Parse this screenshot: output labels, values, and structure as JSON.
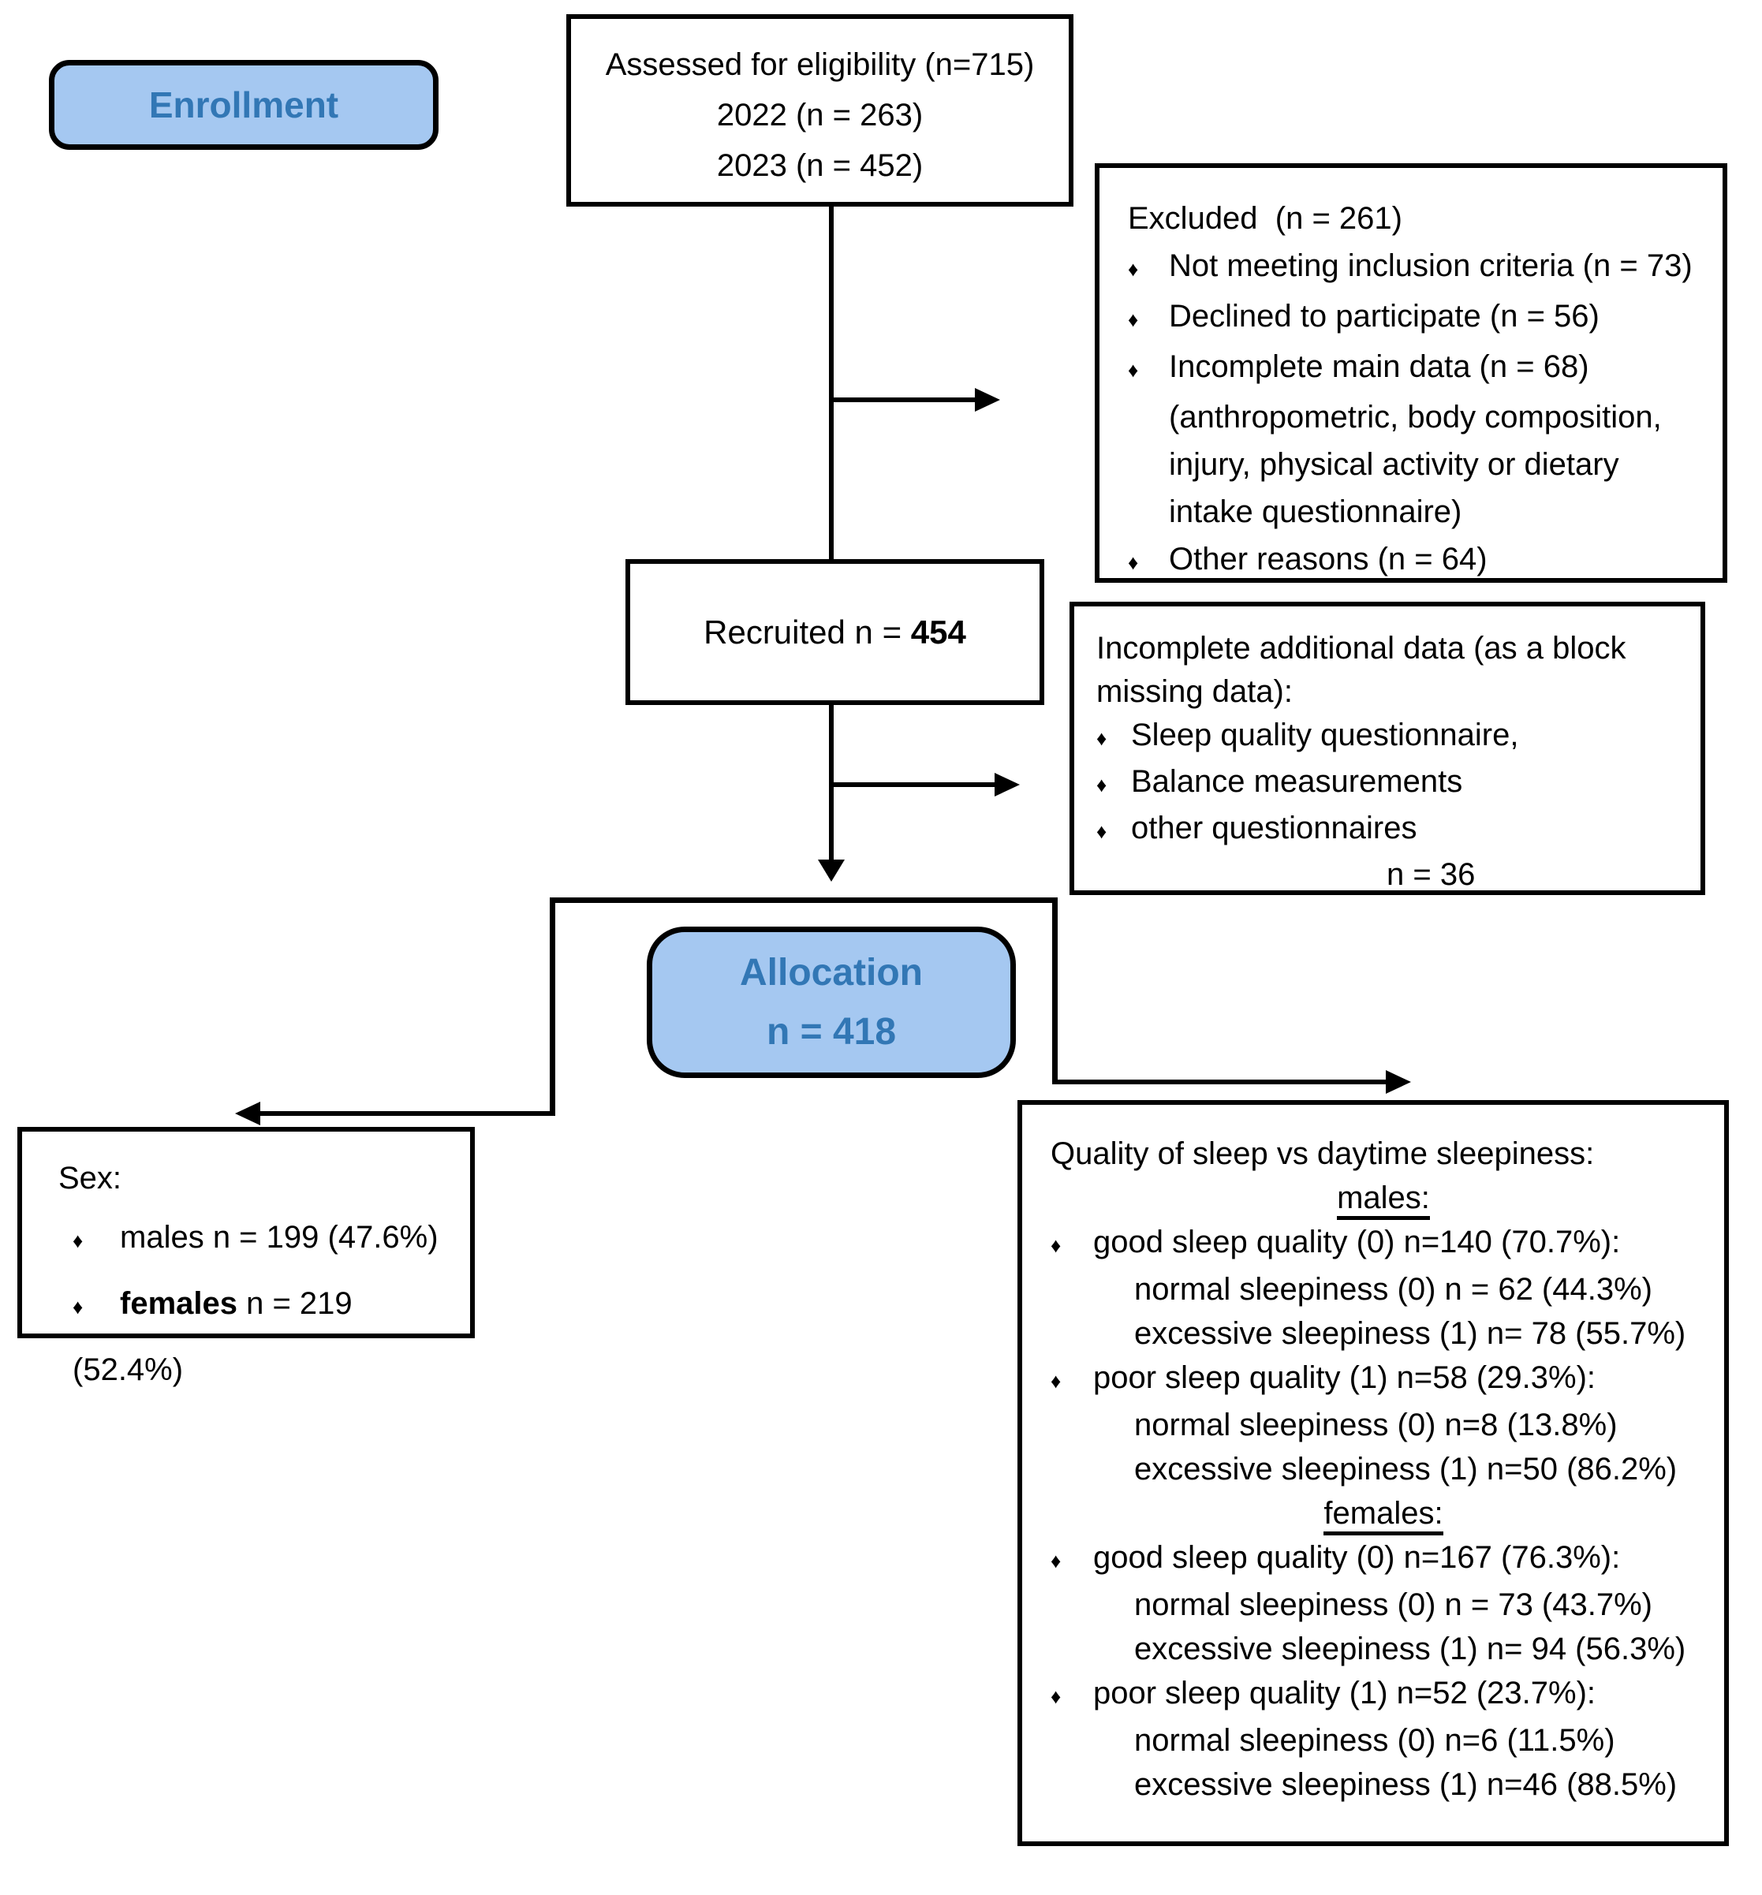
{
  "icons": {
    "diamond_bullet": "♦"
  },
  "colors": {
    "pill_fill": "#a5c8f1",
    "pill_text": "#3277b5",
    "line_color": "#000000"
  },
  "enrollment": {
    "label": "Enrollment"
  },
  "assessed": {
    "lines": [
      "Assessed for eligibility (n=715)",
      "2022 (n = 263)",
      "2023 (n = 452)"
    ]
  },
  "excluded": {
    "title": "Excluded  (n = 261)",
    "items": [
      {
        "text": "Not meeting inclusion criteria (n = 73)"
      },
      {
        "text": "Declined to participate (n = 56)"
      },
      {
        "text": "Incomplete main data (n = 68)"
      },
      {
        "text": "Other reasons (n = 64)"
      }
    ],
    "continuation": [
      "(anthropometric, body composition,",
      "injury, physical activity or dietary",
      "intake questionnaire)"
    ]
  },
  "recruited": {
    "prefix": "Recruited n = ",
    "value": "454"
  },
  "incomplete": {
    "title_lines": [
      "Incomplete additional data (as a block",
      "missing data):"
    ],
    "items": [
      "Sleep quality questionnaire,",
      "Balance measurements",
      "other questionnaires"
    ],
    "total": "n = 36"
  },
  "allocation": {
    "label": "Allocation",
    "count": "n = 418"
  },
  "sex": {
    "title": "Sex:",
    "males_line": "males n = 199 (47.6%)",
    "females_bold": "females",
    "females_rest": " n = 219 (52.4%)"
  },
  "quality": {
    "title": "Quality of sleep vs daytime sleepiness:",
    "sections": [
      {
        "header": "males:",
        "groups": [
          {
            "lead": "good sleep quality (0) n=140 (70.7%):",
            "subs": [
              "normal sleepiness (0) n = 62 (44.3%)",
              "excessive sleepiness (1) n= 78 (55.7%)"
            ]
          },
          {
            "lead": "poor sleep quality (1) n=58 (29.3%):",
            "subs": [
              "normal sleepiness (0) n=8 (13.8%)",
              "excessive sleepiness (1) n=50 (86.2%)"
            ]
          }
        ]
      },
      {
        "header": "females:",
        "groups": [
          {
            "lead": "good sleep quality (0) n=167 (76.3%):",
            "subs": [
              "normal sleepiness (0) n = 73 (43.7%)",
              "excessive sleepiness (1) n= 94 (56.3%)"
            ]
          },
          {
            "lead": "poor sleep quality (1) n=52 (23.7%):",
            "subs": [
              "normal sleepiness (0) n=6 (11.5%)",
              "excessive sleepiness (1) n=46 (88.5%)"
            ]
          }
        ]
      }
    ]
  }
}
